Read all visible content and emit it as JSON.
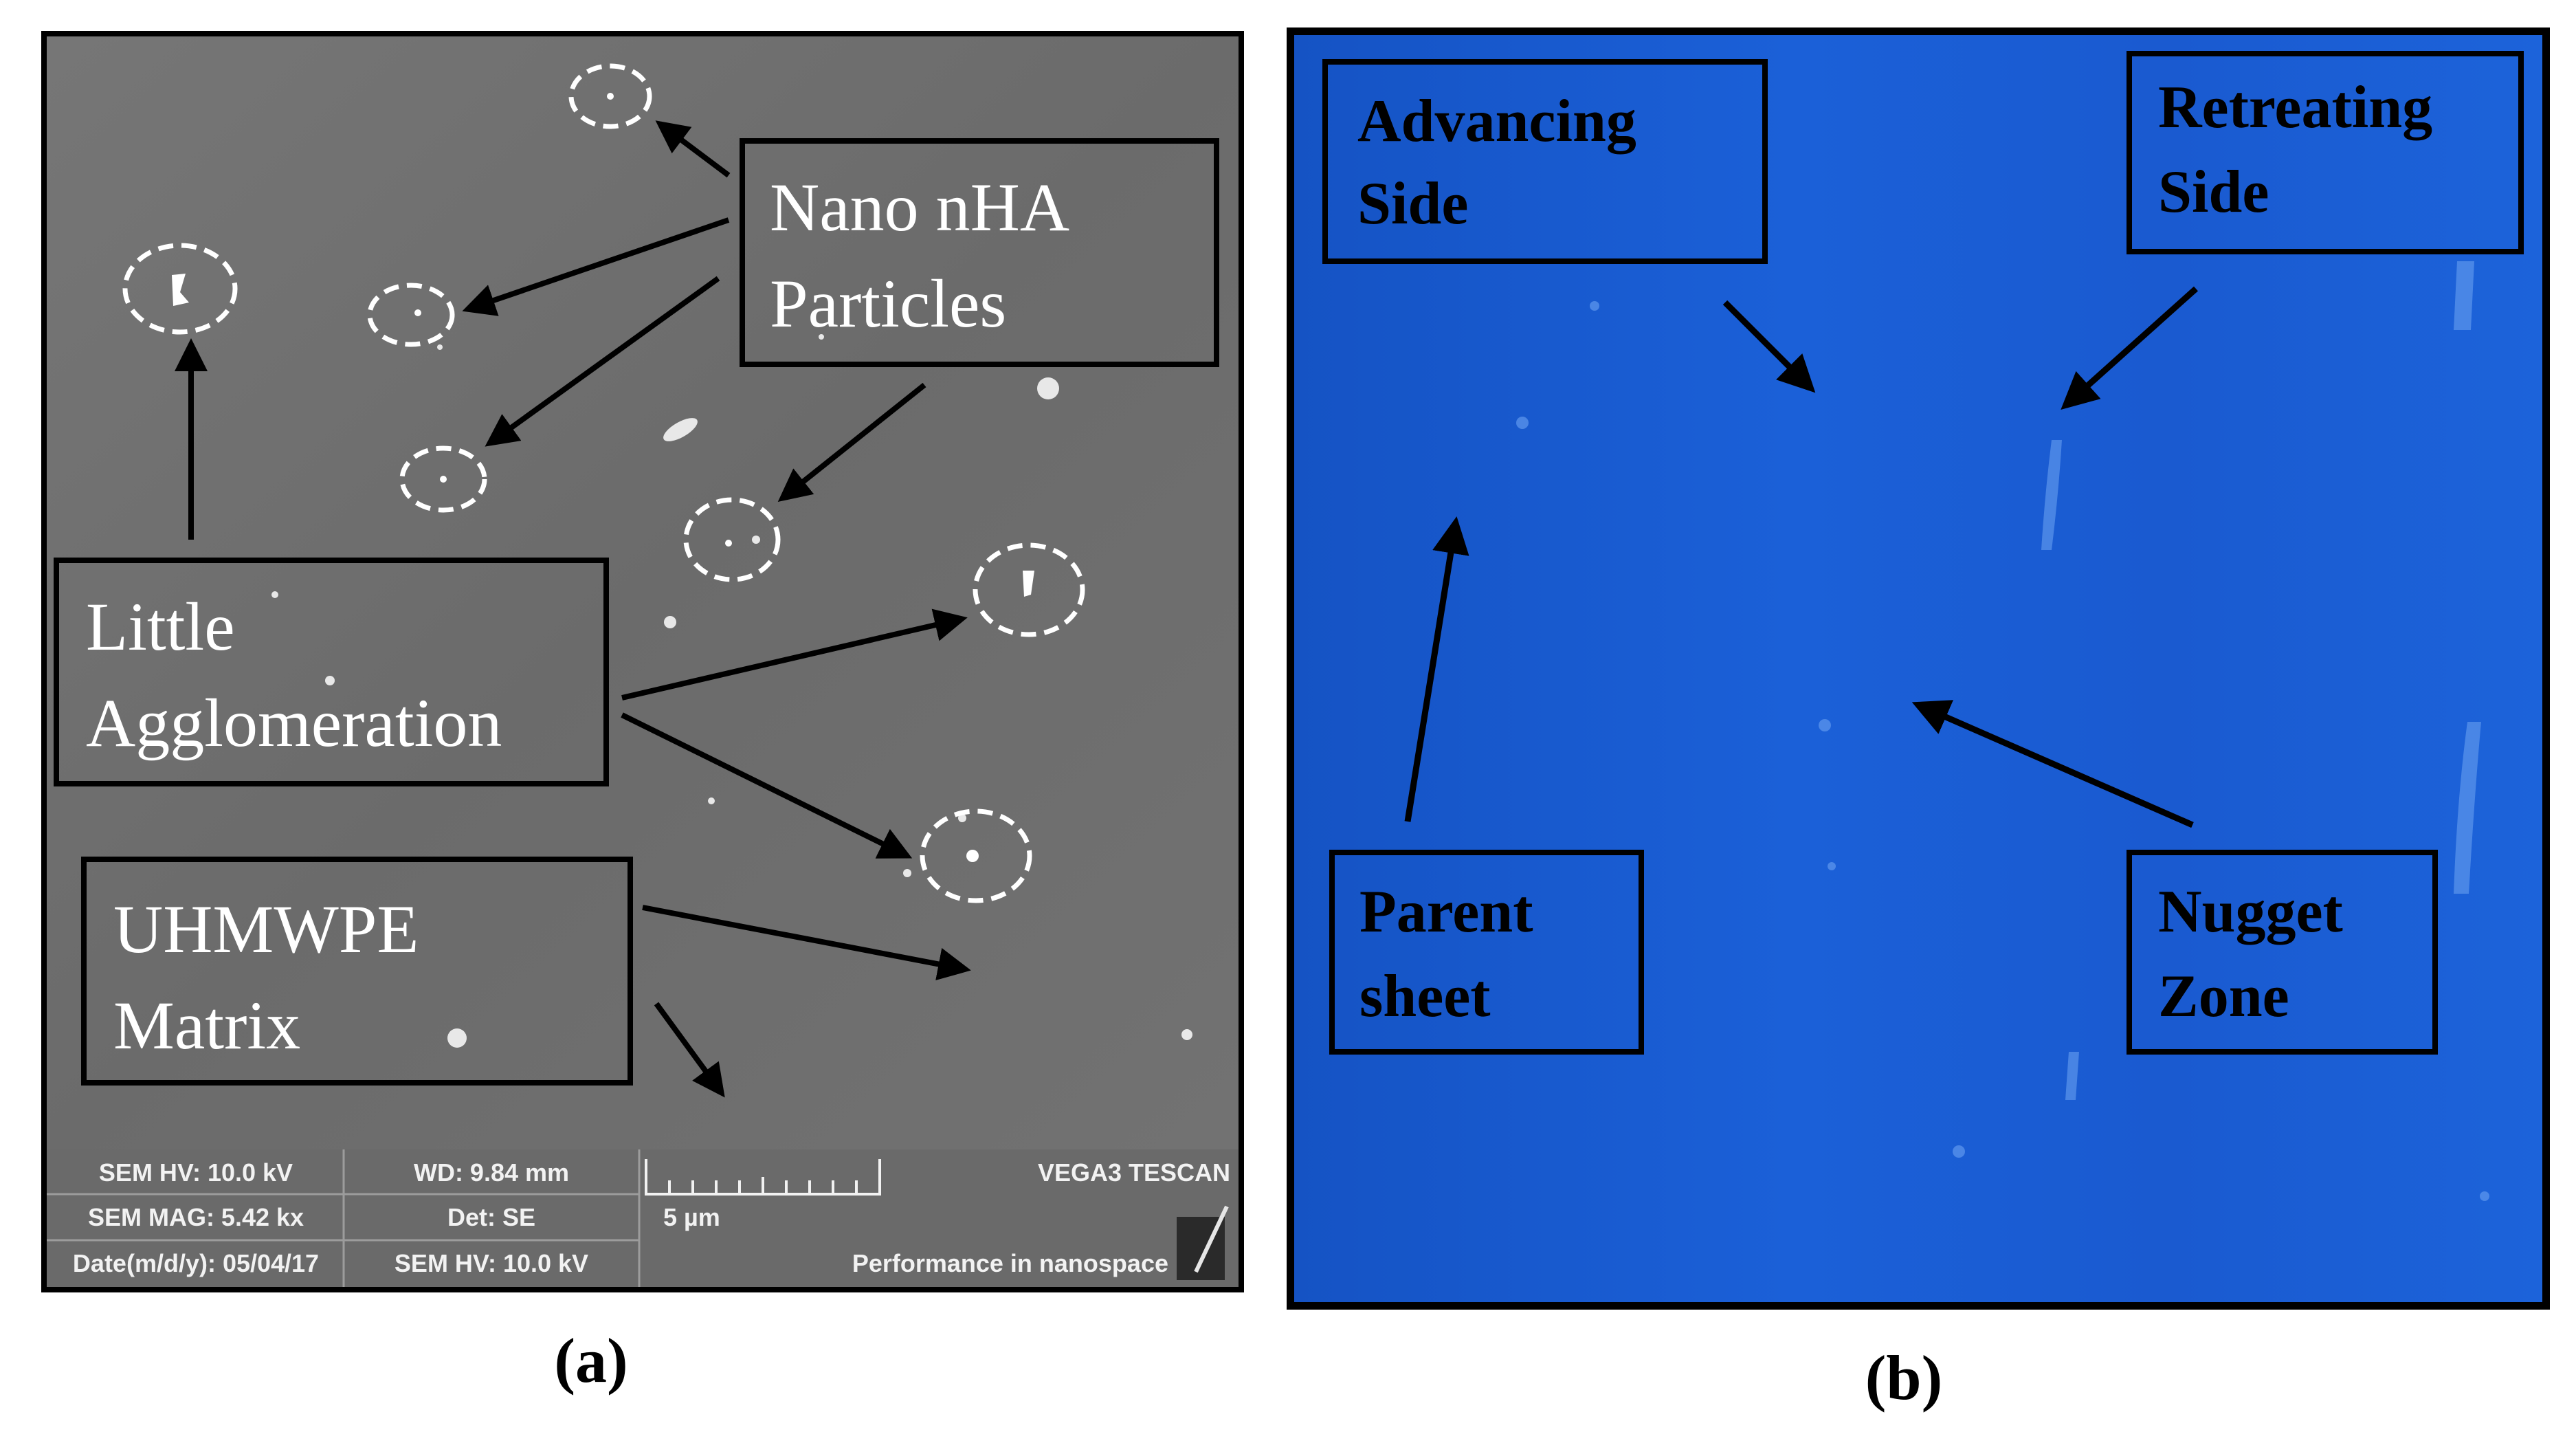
{
  "panel_a": {
    "caption": "(a)",
    "labels": {
      "nano": [
        "Nano nHA",
        "Particles"
      ],
      "little": [
        "Little",
        "Agglomeration"
      ],
      "matrix": [
        "UHMWPE",
        "Matrix"
      ]
    },
    "info_bar": {
      "hv": "SEM HV: 10.0 kV",
      "wd": "WD: 9.84 mm",
      "brand": "VEGA3 TESCAN",
      "mag": "SEM MAG: 5.42 kx",
      "det": "Det: SE",
      "scale": "5 µm",
      "date": "Date(m/d/y): 05/04/17",
      "hv2": "SEM HV: 10.0 kV",
      "tagline": "Performance in nanospace"
    }
  },
  "panel_b": {
    "caption": "(b)",
    "labels": {
      "advancing": [
        "Advancing",
        "Side"
      ],
      "retreating": [
        "Retreating",
        "Side"
      ],
      "parent": [
        "Parent",
        "sheet"
      ],
      "nugget": [
        "Nugget",
        "Zone"
      ]
    }
  },
  "colors": {
    "sem_gray": "#6d6d6d",
    "blue": "#1a5dd6",
    "info_bar": "#6a6a6a"
  }
}
